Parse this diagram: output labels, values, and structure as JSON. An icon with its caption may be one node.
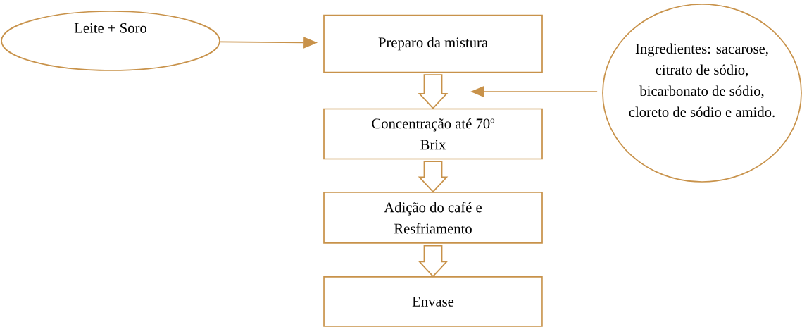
{
  "diagram": {
    "nodes": [
      {
        "text": [
          "Leite + Soro"
        ]
      },
      {
        "text": [
          "Preparo da mistura"
        ]
      },
      {
        "text": [
          "Ingredientes: sacarose, citrato de sódio, bicarbonato de sódio, cloreto de sódio e amido."
        ]
      },
      {
        "text": [
          "Concentração até 70º Brix"
        ]
      },
      {
        "text": [
          "Adição do café e Resfriamento"
        ]
      },
      {
        "text": [
          "Envase"
        ]
      }
    ],
    "edges": [
      {
        "from": 0,
        "to": 1,
        "arrow": "to"
      },
      {
        "from": 1,
        "to": 3,
        "arrow": "to"
      },
      {
        "from": 2,
        "to": null,
        "arrow": "to"
      },
      {
        "from": 3,
        "to": 4,
        "arrow": "to"
      },
      {
        "from": 4,
        "to": 5,
        "arrow": "to"
      }
    ]
  }
}
